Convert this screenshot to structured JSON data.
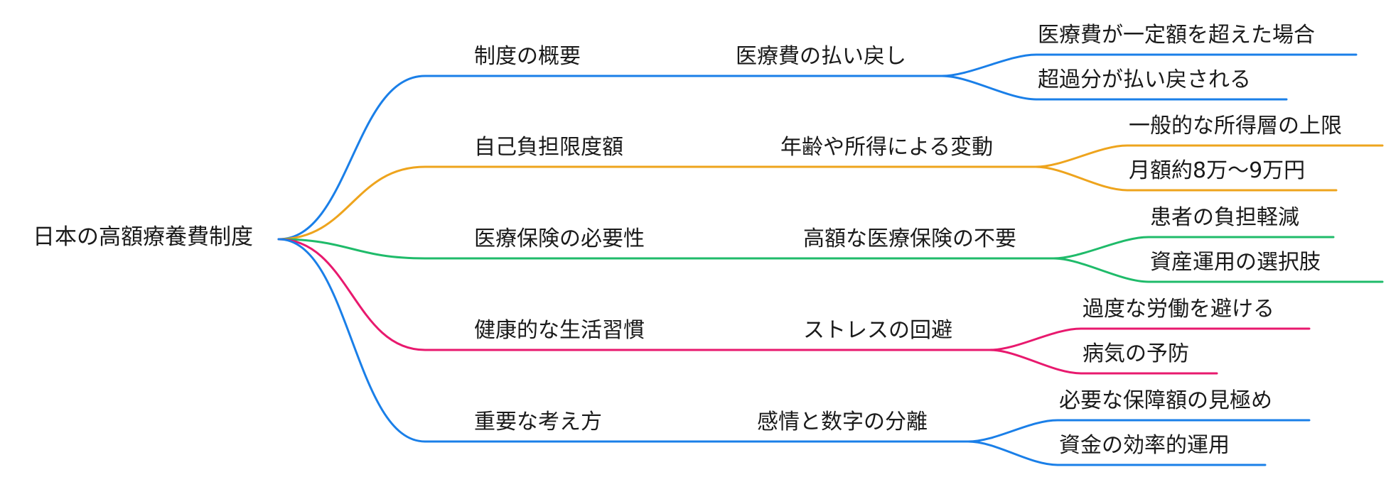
{
  "root": {
    "label": "日本の高額療養費制度"
  },
  "colors": {
    "blue": "#1a7fe8",
    "orange": "#eea41d",
    "green": "#1fbb6a",
    "pink": "#e8196e"
  },
  "branches": [
    {
      "label": "制度の概要",
      "color": "#1a7fe8",
      "child": {
        "label": "医療費の払い戻し",
        "leaves": [
          {
            "label": "医療費が一定額を超えた場合"
          },
          {
            "label": "超過分が払い戻される"
          }
        ]
      }
    },
    {
      "label": "自己負担限度額",
      "color": "#eea41d",
      "child": {
        "label": "年齢や所得による変動",
        "leaves": [
          {
            "label": "一般的な所得層の上限"
          },
          {
            "label": "月額約8万～9万円"
          }
        ]
      }
    },
    {
      "label": "医療保険の必要性",
      "color": "#1fbb6a",
      "child": {
        "label": "高額な医療保険の不要",
        "leaves": [
          {
            "label": "患者の負担軽減"
          },
          {
            "label": "資産運用の選択肢"
          }
        ]
      }
    },
    {
      "label": "健康的な生活習慣",
      "color": "#e8196e",
      "child": {
        "label": "ストレスの回避",
        "leaves": [
          {
            "label": "過度な労働を避ける"
          },
          {
            "label": "病気の予防"
          }
        ]
      }
    },
    {
      "label": "重要な考え方",
      "color": "#1a7fe8",
      "child": {
        "label": "感情と数字の分離",
        "leaves": [
          {
            "label": "必要な保障額の見極め"
          },
          {
            "label": "資金の効率的運用"
          }
        ]
      }
    }
  ]
}
